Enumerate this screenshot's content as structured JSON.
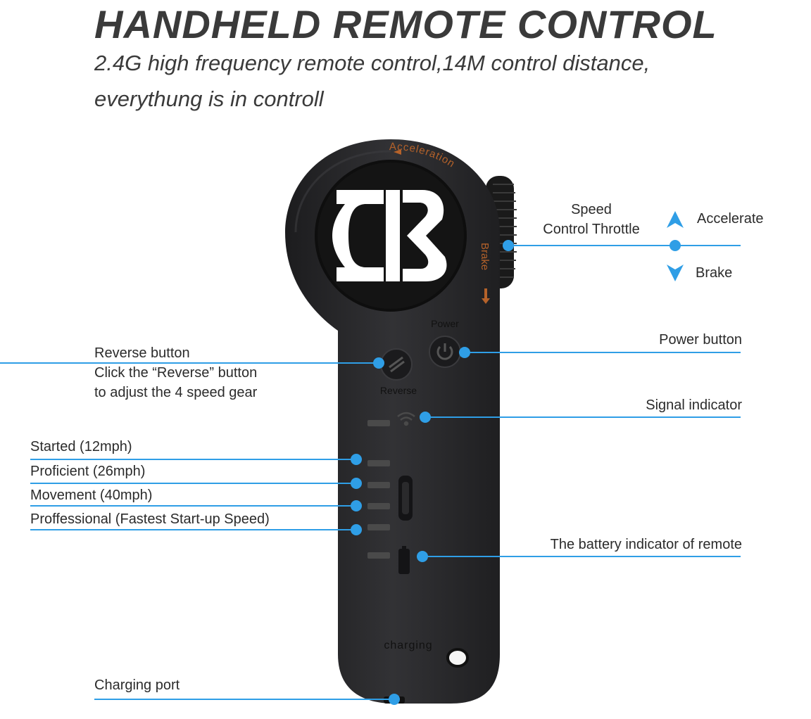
{
  "header": {
    "title": "HANDHELD REMOTE CONTROL",
    "subtitle_line1": "2.4G high frequency remote control,14M control distance,",
    "subtitle_line2": "everythung is in controll"
  },
  "device": {
    "logo_icon": "dk-logo-icon",
    "wheel_labels": {
      "acceleration": "Acceleration",
      "brake": "Brake"
    },
    "button_labels": {
      "power": "Power",
      "reverse": "Reverse"
    },
    "port_label": "charging"
  },
  "annotations": {
    "speed_control": {
      "line1": "Speed",
      "line2": "Control Throttle"
    },
    "accelerate": "Accelerate",
    "brake": "Brake",
    "power_button": "Power button",
    "reverse_button": {
      "line1": "Reverse button",
      "line2": "Click the “Reverse” button",
      "line3": "to adjust the 4 speed gear"
    },
    "signal_indicator": "Signal indicator",
    "speed_levels": [
      "Started (12mph)",
      "Proficient (26mph)",
      "Movement (40mph)",
      "Proffessional (Fastest Start-up Speed)"
    ],
    "battery_indicator": "The battery indicator of remote",
    "charging_port": "Charging port"
  },
  "colors": {
    "accent": "#2f9ee6",
    "device_body": "#2a2a2c",
    "orange_text": "#b5622a"
  }
}
